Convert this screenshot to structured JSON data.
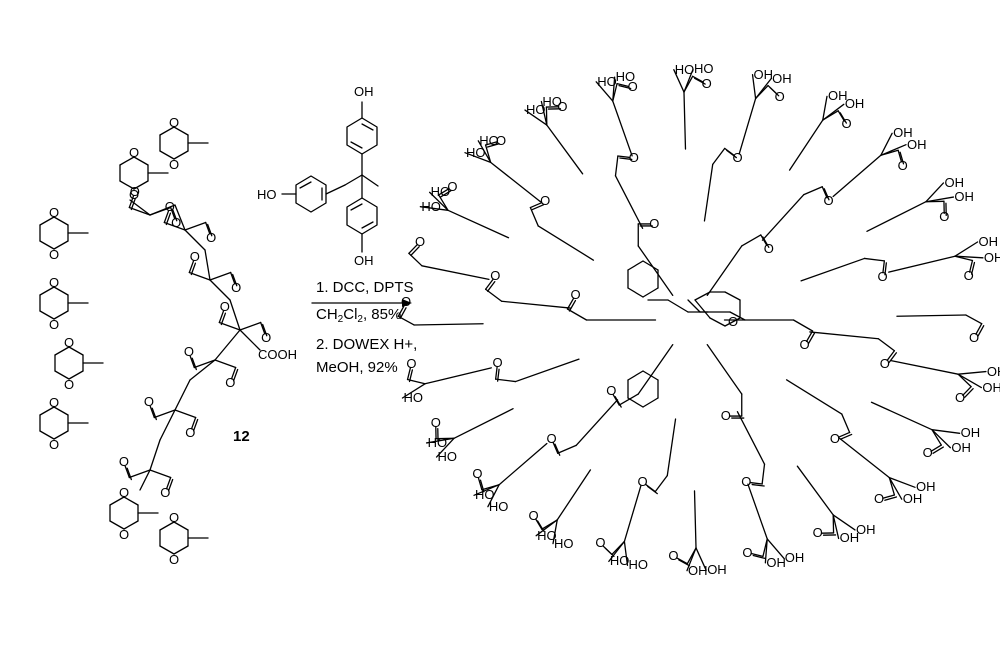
{
  "compound": {
    "label": "12",
    "acid": "COOH"
  },
  "reagent": {
    "oh": "OH",
    "ho": "HO"
  },
  "conditions": {
    "step1": "1. DCC, DPTS",
    "step1b_pre": "CH",
    "step1b_sub1": "2",
    "step1b_mid": "Cl",
    "step1b_sub2": "2",
    "step1b_post": ", 85%",
    "step2": "2. DOWEX H+,",
    "step2b": "MeOH, 92%"
  },
  "atoms": {
    "o": "O",
    "oh": "OH",
    "ho": "HO"
  },
  "colors": {
    "ink": "#000000",
    "background": "#ffffff"
  }
}
